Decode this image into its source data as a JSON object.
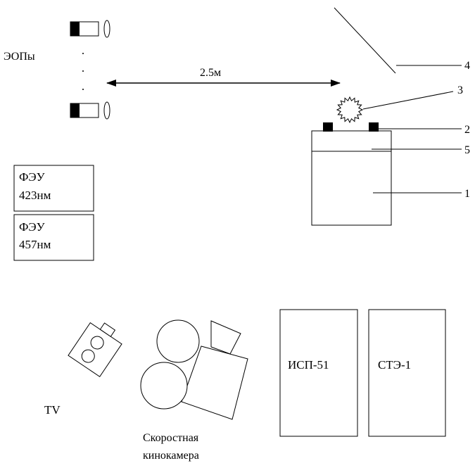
{
  "labels": {
    "eops": "ЭОПы",
    "distance": "2.5м",
    "pmt1_line1": "ФЭУ",
    "pmt1_line2": "423нм",
    "pmt2_line1": "ФЭУ",
    "pmt2_line2": "457нм",
    "tv": "TV",
    "camera_line1": "Скоростная",
    "camera_line2": "кинокамера",
    "spectrograph": "ИСП-51",
    "ste": "СТЭ-1",
    "callout_1": "1",
    "callout_2": "2",
    "callout_3": "3",
    "callout_4": "4",
    "callout_5": "5"
  }
}
